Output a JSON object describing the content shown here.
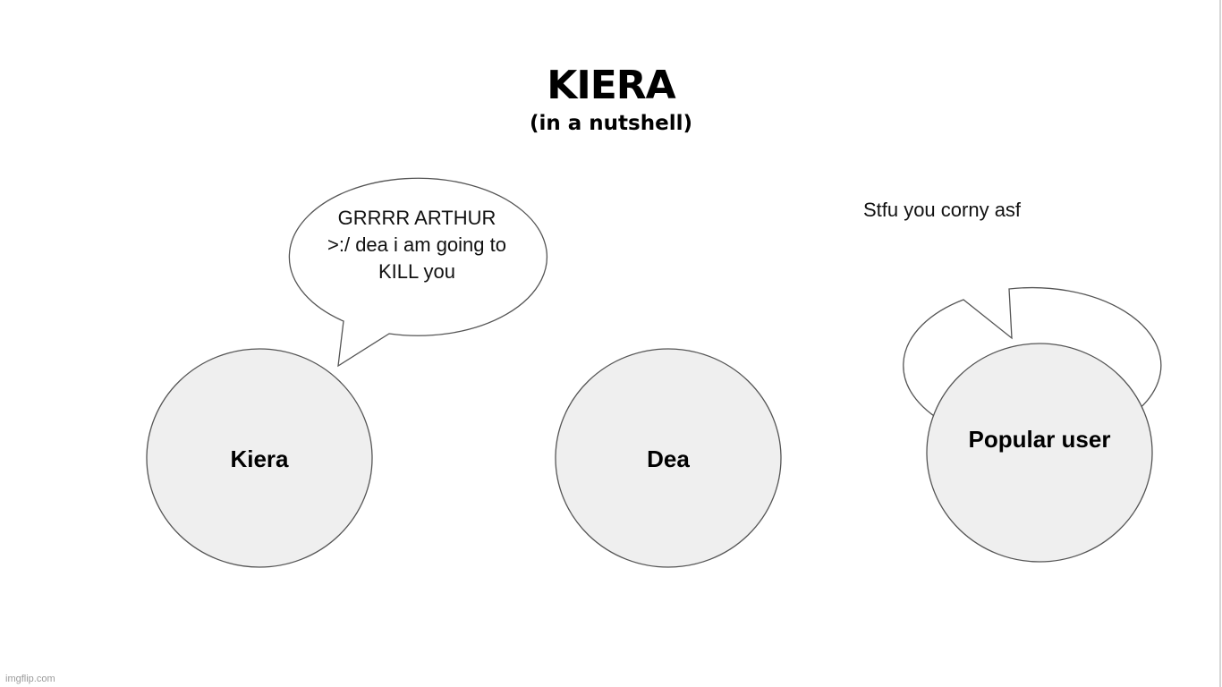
{
  "meme": {
    "title": "KIERA",
    "subtitle": "(in a nutshell)",
    "bubbles": {
      "left": "GRRRR ARTHUR >:/ dea i am going to KILL you",
      "right": "Stfu you corny asf"
    },
    "people": {
      "kiera": "Kiera",
      "dea": "Dea",
      "popular": "Popular user"
    },
    "watermark": "imgflip.com"
  },
  "colors": {
    "circle_fill": "#efefef",
    "outline": "#555555",
    "background": "#ffffff"
  }
}
